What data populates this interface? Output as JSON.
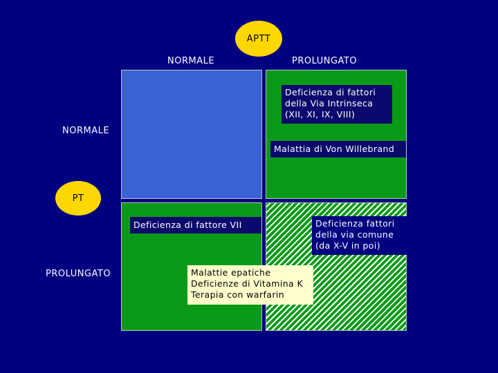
{
  "axes": {
    "aptt": {
      "title": "APTT",
      "col_left": "NORMALE",
      "col_right": "PROLUNGATO"
    },
    "pt": {
      "title": "PT",
      "row_top": "NORMALE",
      "row_bottom": "PROLUNGATO"
    }
  },
  "boxes": {
    "intrinsic": {
      "lines": [
        "Deficienza di fattori",
        "della Via Intrinseca",
        "(XII, XI, IX, VIII)"
      ]
    },
    "von_willebrand": {
      "text": "Malattia di Von Willebrand"
    },
    "factor_vii": {
      "text": "Deficienza di fattore VII"
    },
    "common_pathway": {
      "lines": [
        "Deficienza fattori",
        "della via comune",
        "(da X-V in poi)"
      ]
    },
    "liver": {
      "lines": [
        "Malattie epatiche",
        "Deficienze di Vitamina K",
        "Terapia con warfarin"
      ]
    }
  },
  "colors": {
    "background": "#000080",
    "quad_normal_normal": "#3b63d6",
    "quad_green": "#0a9a17",
    "ellipse": "#ffd700",
    "hatch_stripe": "#ffffff"
  }
}
